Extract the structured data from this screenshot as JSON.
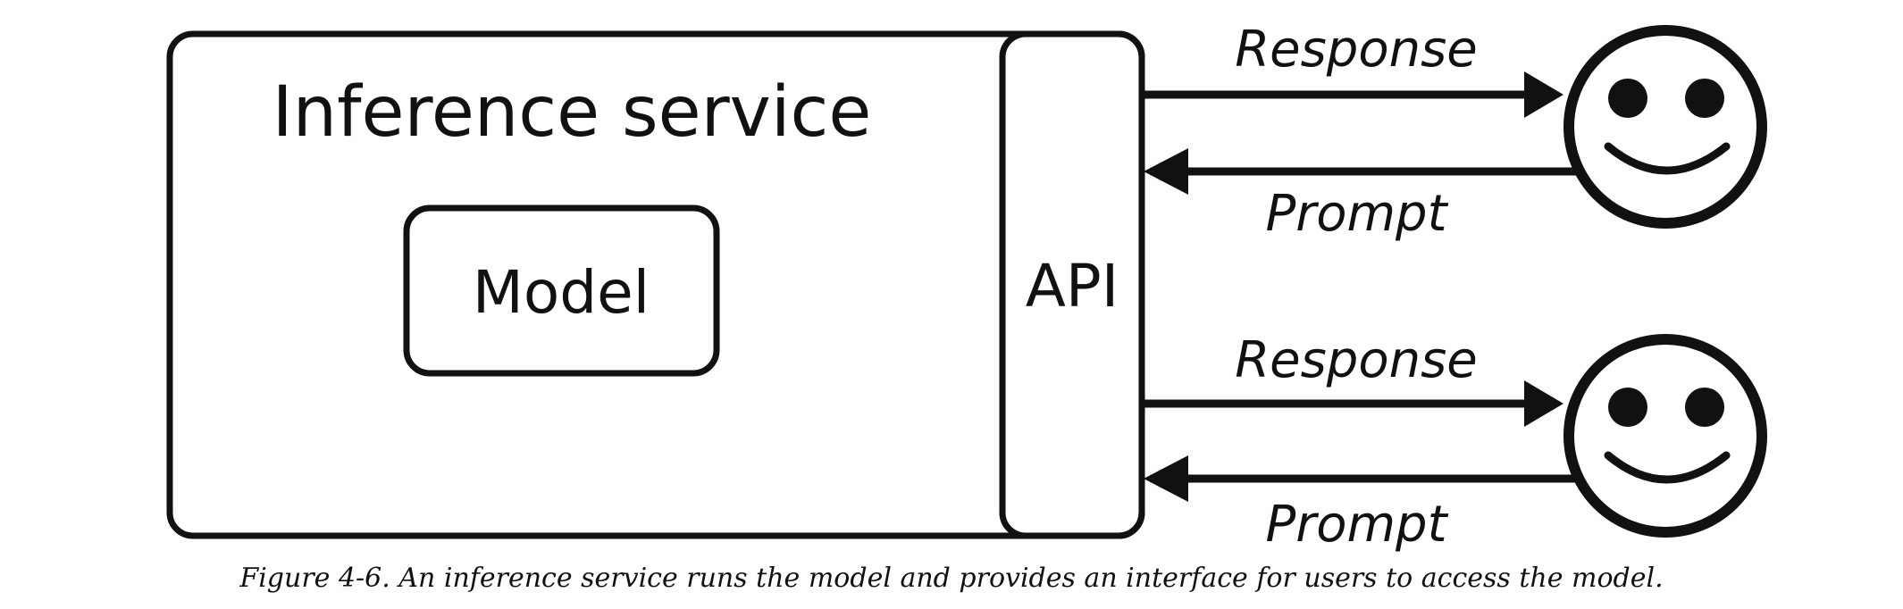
{
  "diagram": {
    "service_label": "Inference service",
    "model_label": "Model",
    "api_label": "API",
    "users": [
      {
        "response_label": "Response",
        "prompt_label": "Prompt",
        "icon": "smiley-face-icon"
      },
      {
        "response_label": "Response",
        "prompt_label": "Prompt",
        "icon": "smiley-face-icon"
      }
    ]
  },
  "caption": "Figure 4-6. An inference service runs the model and provides an interface for users to access the model.",
  "colors": {
    "stroke": "#111111",
    "background": "#ffffff"
  }
}
